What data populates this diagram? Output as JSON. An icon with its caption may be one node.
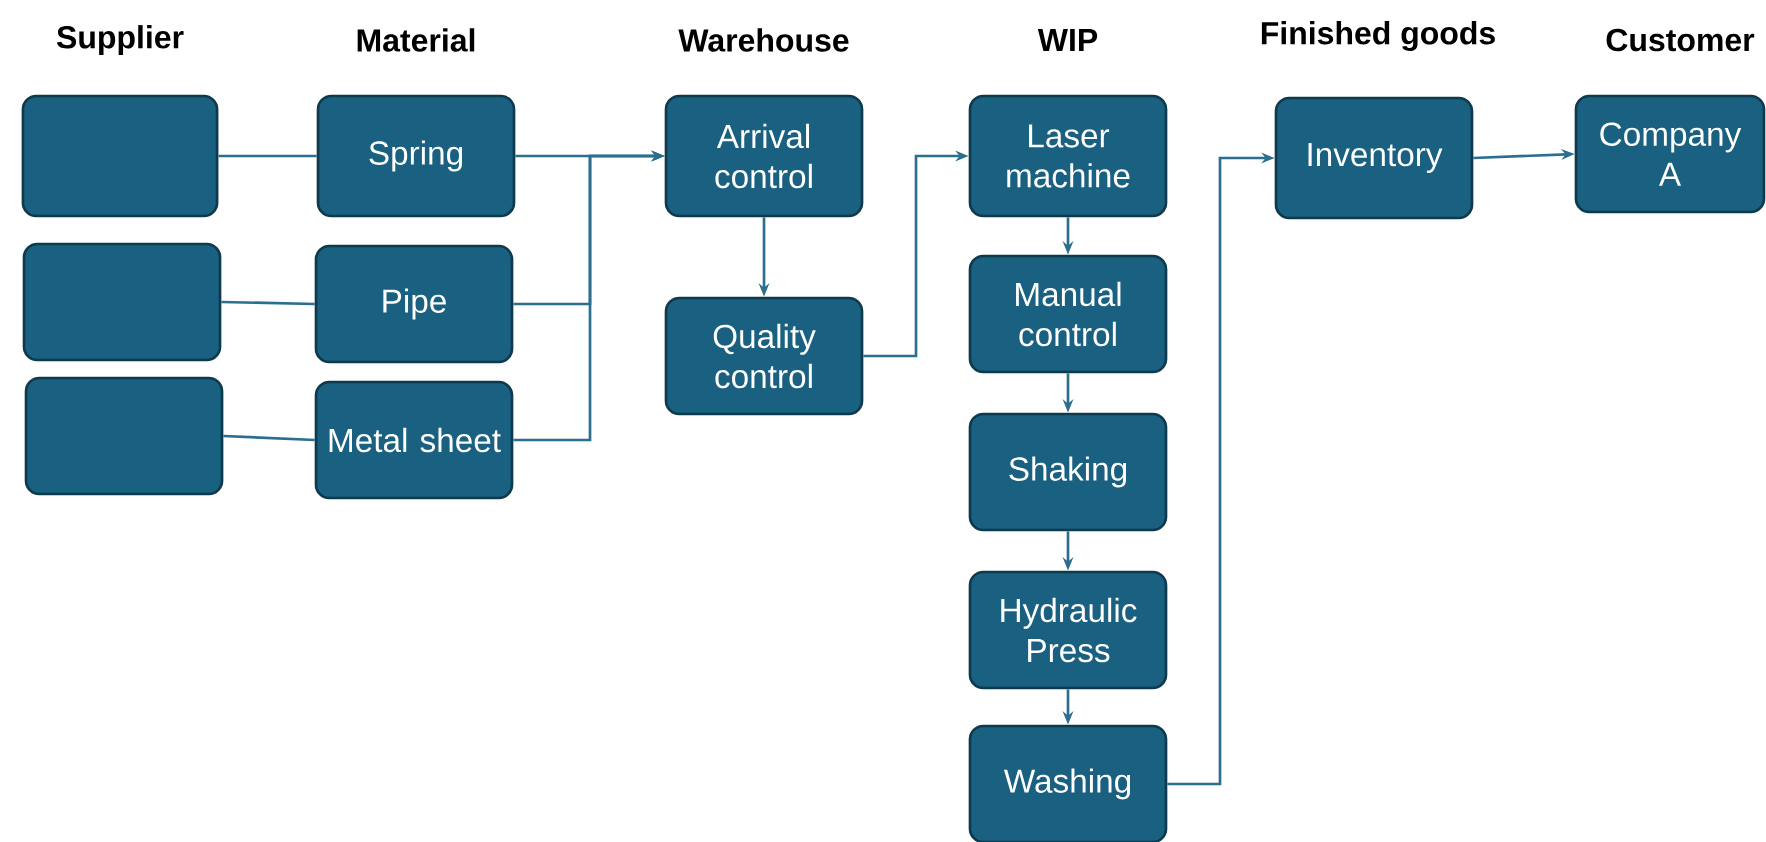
{
  "diagram": {
    "nodes": [
      {
        "text": [],
        "shape": "box"
      },
      {
        "text": [
          "Spring"
        ]
      },
      {
        "text": [],
        "shape": "box"
      },
      {
        "text": [
          "Pipe"
        ]
      },
      {
        "text": [],
        "shape": "box"
      },
      {
        "text": [
          "Metal sheet"
        ]
      },
      {
        "text": [
          "Arrival control"
        ]
      },
      {
        "text": [
          "Quality control"
        ]
      },
      {
        "text": [
          "Laser machine"
        ]
      },
      {
        "text": [
          "Manual control"
        ]
      },
      {
        "text": [
          "Shaking"
        ]
      },
      {
        "text": [
          "Hydraulic Press"
        ]
      },
      {
        "text": [
          "Washing"
        ]
      },
      {
        "text": [
          "Inventory"
        ]
      },
      {
        "text": [
          "Company A"
        ]
      }
    ],
    "edges": [
      {
        "from": 0,
        "to": 1,
        "arrow": "none"
      },
      {
        "from": 2,
        "to": 3,
        "arrow": "none"
      },
      {
        "from": 4,
        "to": 5,
        "arrow": "none"
      },
      {
        "from": 1,
        "to": 6,
        "arrow": "to"
      },
      {
        "from": 3,
        "to": 6,
        "arrow": "to"
      },
      {
        "from": 5,
        "to": 6,
        "arrow": "to"
      },
      {
        "from": 6,
        "to": 7,
        "arrow": "to"
      },
      {
        "from": 7,
        "to": 8,
        "arrow": "to"
      },
      {
        "from": 8,
        "to": 9,
        "arrow": "to"
      },
      {
        "from": 9,
        "to": 10,
        "arrow": "to"
      },
      {
        "from": 10,
        "to": 11,
        "arrow": "to"
      },
      {
        "from": 11,
        "to": 12,
        "arrow": "to"
      },
      {
        "from": 12,
        "to": 13,
        "arrow": "to"
      },
      {
        "from": 13,
        "to": 14,
        "arrow": "to"
      }
    ],
    "labels": [
      "Supplier",
      "Material",
      "Warehouse",
      "WIP",
      "Finished goods",
      "Customer"
    ]
  }
}
